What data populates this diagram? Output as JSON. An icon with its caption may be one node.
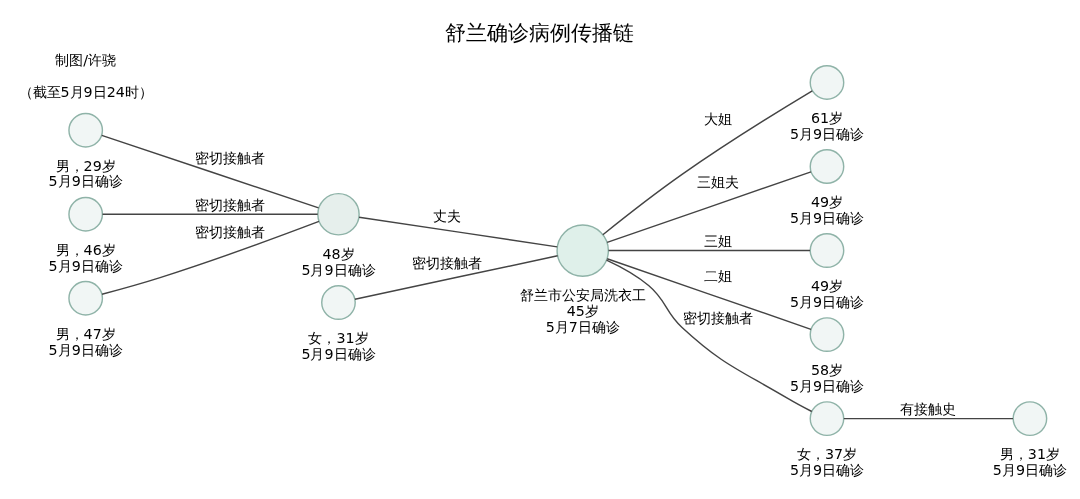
{
  "diagram": {
    "title": "舒兰确诊病例传播链",
    "nodes": [
      {
        "text": [],
        "shape": "circle",
        "beside": [
          "男，29岁",
          "5月9日确诊"
        ]
      },
      {
        "text": [],
        "shape": "circle",
        "beside": [
          "男，46岁",
          "5月9日确诊"
        ]
      },
      {
        "text": [],
        "shape": "circle",
        "beside": [
          "48岁",
          "5月9日确诊"
        ]
      },
      {
        "text": [],
        "shape": "circle",
        "beside": [
          "男，47岁",
          "5月9日确诊"
        ]
      },
      {
        "text": [],
        "shape": "circle",
        "beside": [
          "舒兰市公安局洗衣工",
          "45岁",
          "5月7日确诊"
        ]
      },
      {
        "text": [],
        "shape": "circle",
        "beside": [
          "61岁",
          "5月9日确诊"
        ]
      },
      {
        "text": [],
        "shape": "circle",
        "beside": [
          "49岁",
          "5月9日确诊"
        ]
      },
      {
        "text": [],
        "shape": "circle",
        "beside": [
          "49岁",
          "5月9日确诊"
        ]
      },
      {
        "text": [],
        "shape": "circle",
        "beside": [
          "女，31岁",
          "5月9日确诊"
        ]
      },
      {
        "text": [],
        "shape": "circle",
        "beside": [
          "58岁",
          "5月9日确诊"
        ]
      },
      {
        "text": [],
        "shape": "circle",
        "beside": [
          "女，37岁",
          "5月9日确诊"
        ]
      },
      {
        "text": [],
        "shape": "circle",
        "beside": [
          "男，31岁",
          "5月9日确诊"
        ]
      }
    ],
    "edges": [
      {
        "from": 0,
        "to": 2,
        "arrow": "none",
        "label": "密切接触者"
      },
      {
        "from": 1,
        "to": 2,
        "arrow": "none",
        "label": "密切接触者"
      },
      {
        "from": 3,
        "to": 2,
        "arrow": "none",
        "label": "密切接触者"
      },
      {
        "from": 2,
        "to": 4,
        "arrow": "none",
        "label": "丈夫"
      },
      {
        "from": 8,
        "to": 4,
        "arrow": "none",
        "label": "密切接触者"
      },
      {
        "from": 4,
        "to": 5,
        "arrow": "none",
        "label": "大姐"
      },
      {
        "from": 4,
        "to": 6,
        "arrow": "none",
        "label": "三姐夫"
      },
      {
        "from": 4,
        "to": 7,
        "arrow": "none",
        "label": "三姐"
      },
      {
        "from": 4,
        "to": 9,
        "arrow": "none",
        "label": "二姐"
      },
      {
        "from": 4,
        "to": 10,
        "arrow": "none",
        "label": "密切接触者"
      },
      {
        "from": 10,
        "to": 11,
        "arrow": "none",
        "label": "有接触史"
      }
    ],
    "labels": [
      "（截至5月9日24时）",
      "制图/许骁"
    ]
  }
}
